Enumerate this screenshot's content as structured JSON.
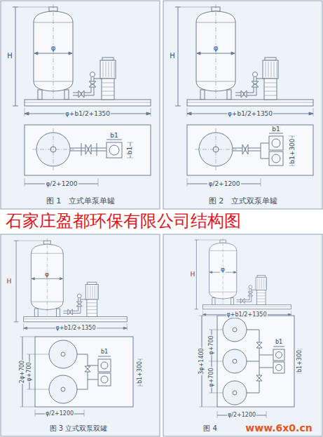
{
  "diagram": {
    "title": "石家庄盈都环保有限公司结构图",
    "labels": [
      "H",
      "φ",
      "φ+b1/2+1350",
      "b1",
      "b1",
      "φ/2+1200",
      "图 1　立式单泵单罐",
      "H",
      "φ",
      "φ+b1/2+1350",
      "b1",
      "b1+300",
      "φ/2+1200",
      "图 2　立式双泵单罐",
      "H",
      "φ",
      "φ+b1/2+1350",
      "2φ+700",
      "φ+700",
      "b1",
      "b1+300",
      "φ/2+1200",
      "图 3 立式双泵双罐",
      "H",
      "φ",
      "φ+b1/2+1350",
      "3φ+1400",
      "φ+700",
      "φ+700",
      "b1",
      "b1+300",
      "φ/2+1200",
      "图 4",
      "www.6x0.cn"
    ]
  }
}
